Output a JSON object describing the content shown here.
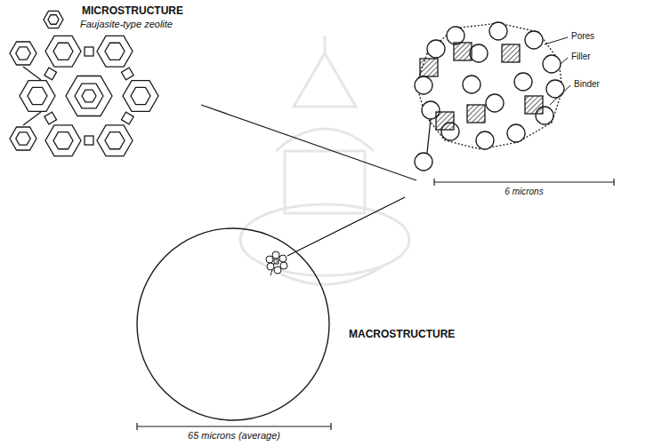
{
  "diagram": {
    "labels": [
      "MICROSTRUCTURE",
      "Faujasite-type zeolite",
      "Pores",
      "Filler",
      "Binder",
      "6 microns",
      "MACROSTRUCTURE",
      "65 microns (average)"
    ]
  }
}
